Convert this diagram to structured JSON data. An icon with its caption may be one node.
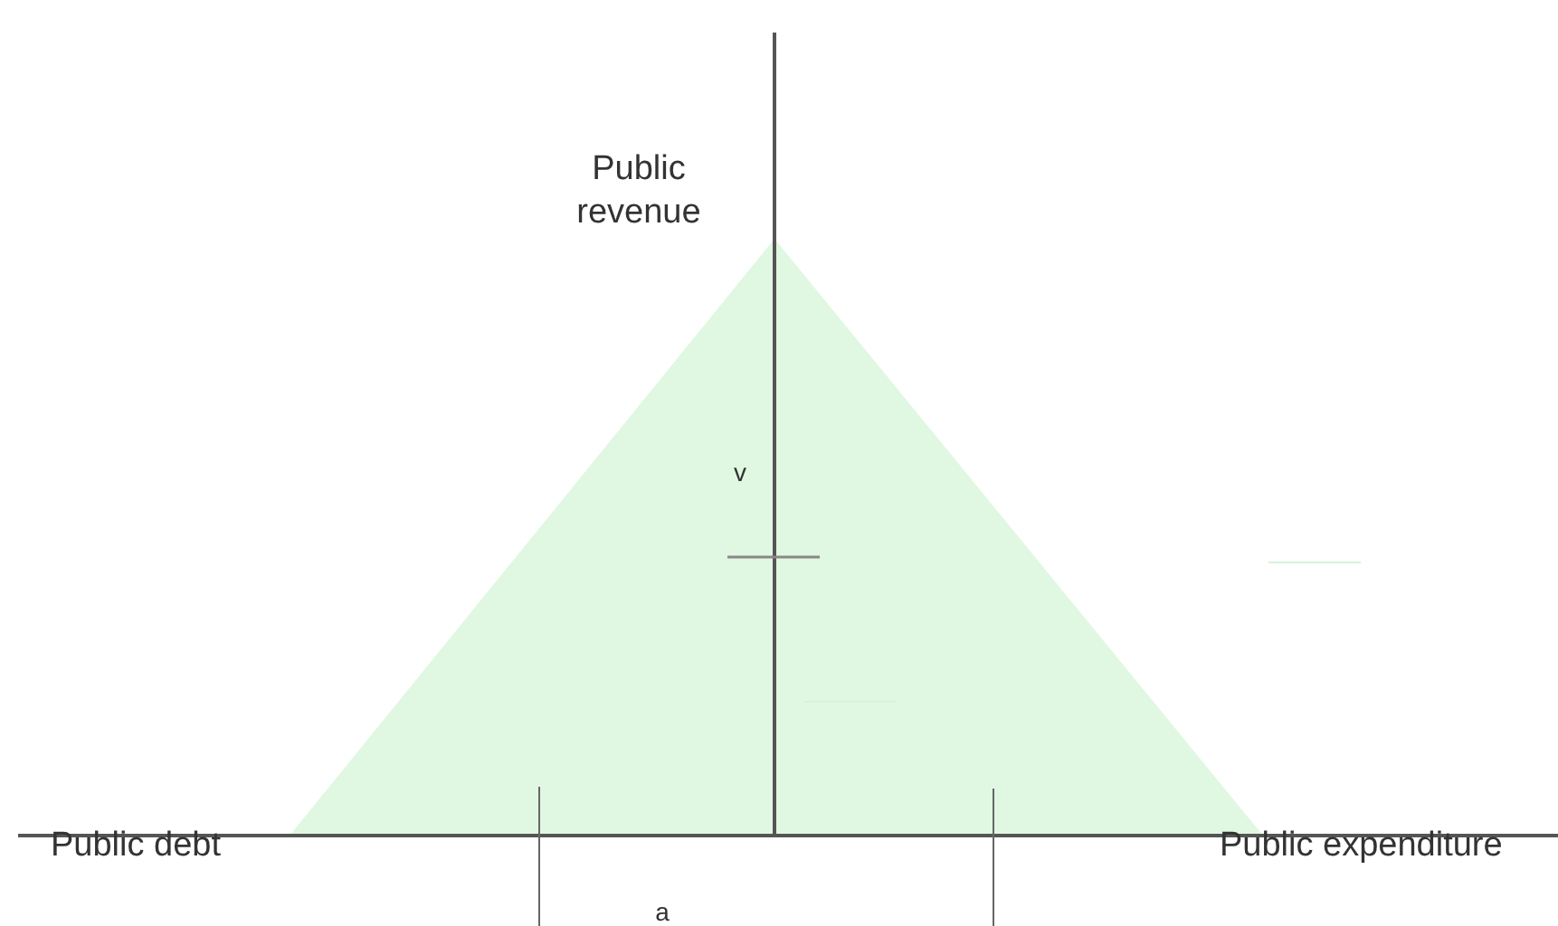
{
  "diagram": {
    "labels": [
      "Public revenue",
      "v",
      "Public debt",
      "Public expenditure",
      "a"
    ]
  }
}
